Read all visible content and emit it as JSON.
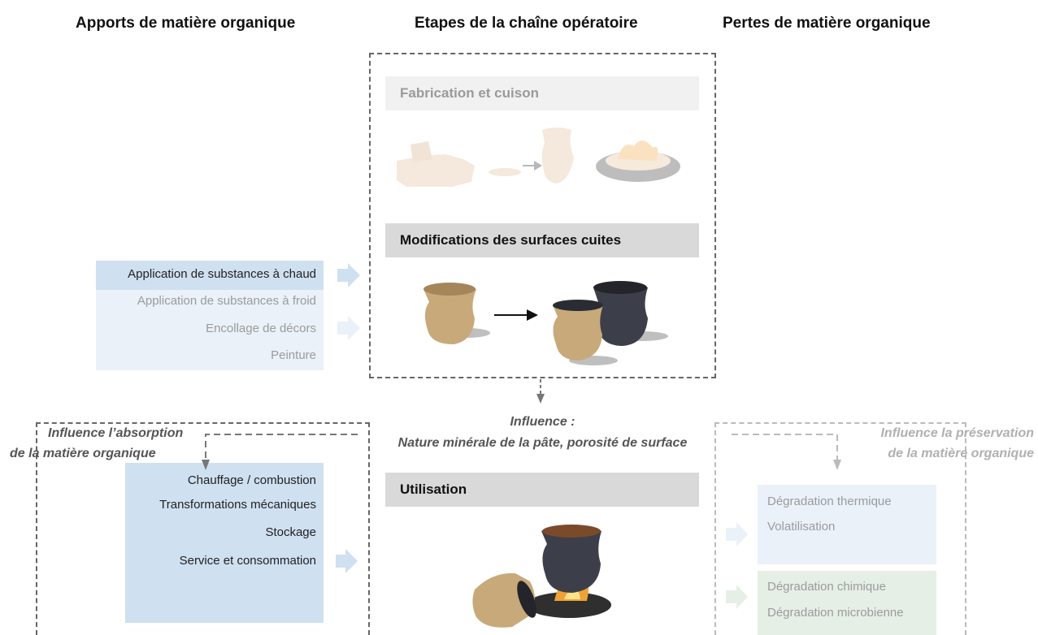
{
  "headers": {
    "inputs": "Apports de matière organique",
    "stages": "Etapes de la chaîne opératoire",
    "losses": "Pertes de matière organique"
  },
  "stages": {
    "manufacture": "Fabrication et cuison",
    "surface": "Modifications des surfaces cuites",
    "use": "Utilisation"
  },
  "surface_inputs": [
    "Application de substances à chaud",
    "Application de substances à froid",
    "Encollage de décors",
    "Peinture"
  ],
  "use_inputs": [
    "Chauffage / combustion",
    "Transformations  mécaniques",
    "Stockage",
    "Service et consommation"
  ],
  "influences": {
    "absorption_1": "Influence l’absorption",
    "absorption_2": "de la matière organique",
    "center_1": "Influence :",
    "center_2": "Nature minérale de la pâte, porosité de surface",
    "preservation_1": "Influence la préservation",
    "preservation_2": "de la matière organique"
  },
  "losses": {
    "thermal": [
      "Dégradation thermique",
      "Volatilisation"
    ],
    "chemical": [
      "Dégradation chimique",
      "Dégradation microbienne"
    ]
  },
  "colors": {
    "blue_strong": "#cfe0f0",
    "blue_light": "#eaf1f9",
    "green_light": "#e6efe6",
    "stage_grey": "#d9d9d9",
    "stage_faded": "#f1f1f1",
    "pot_tan": "#c8a97a",
    "pot_dark": "#3c3f49"
  }
}
